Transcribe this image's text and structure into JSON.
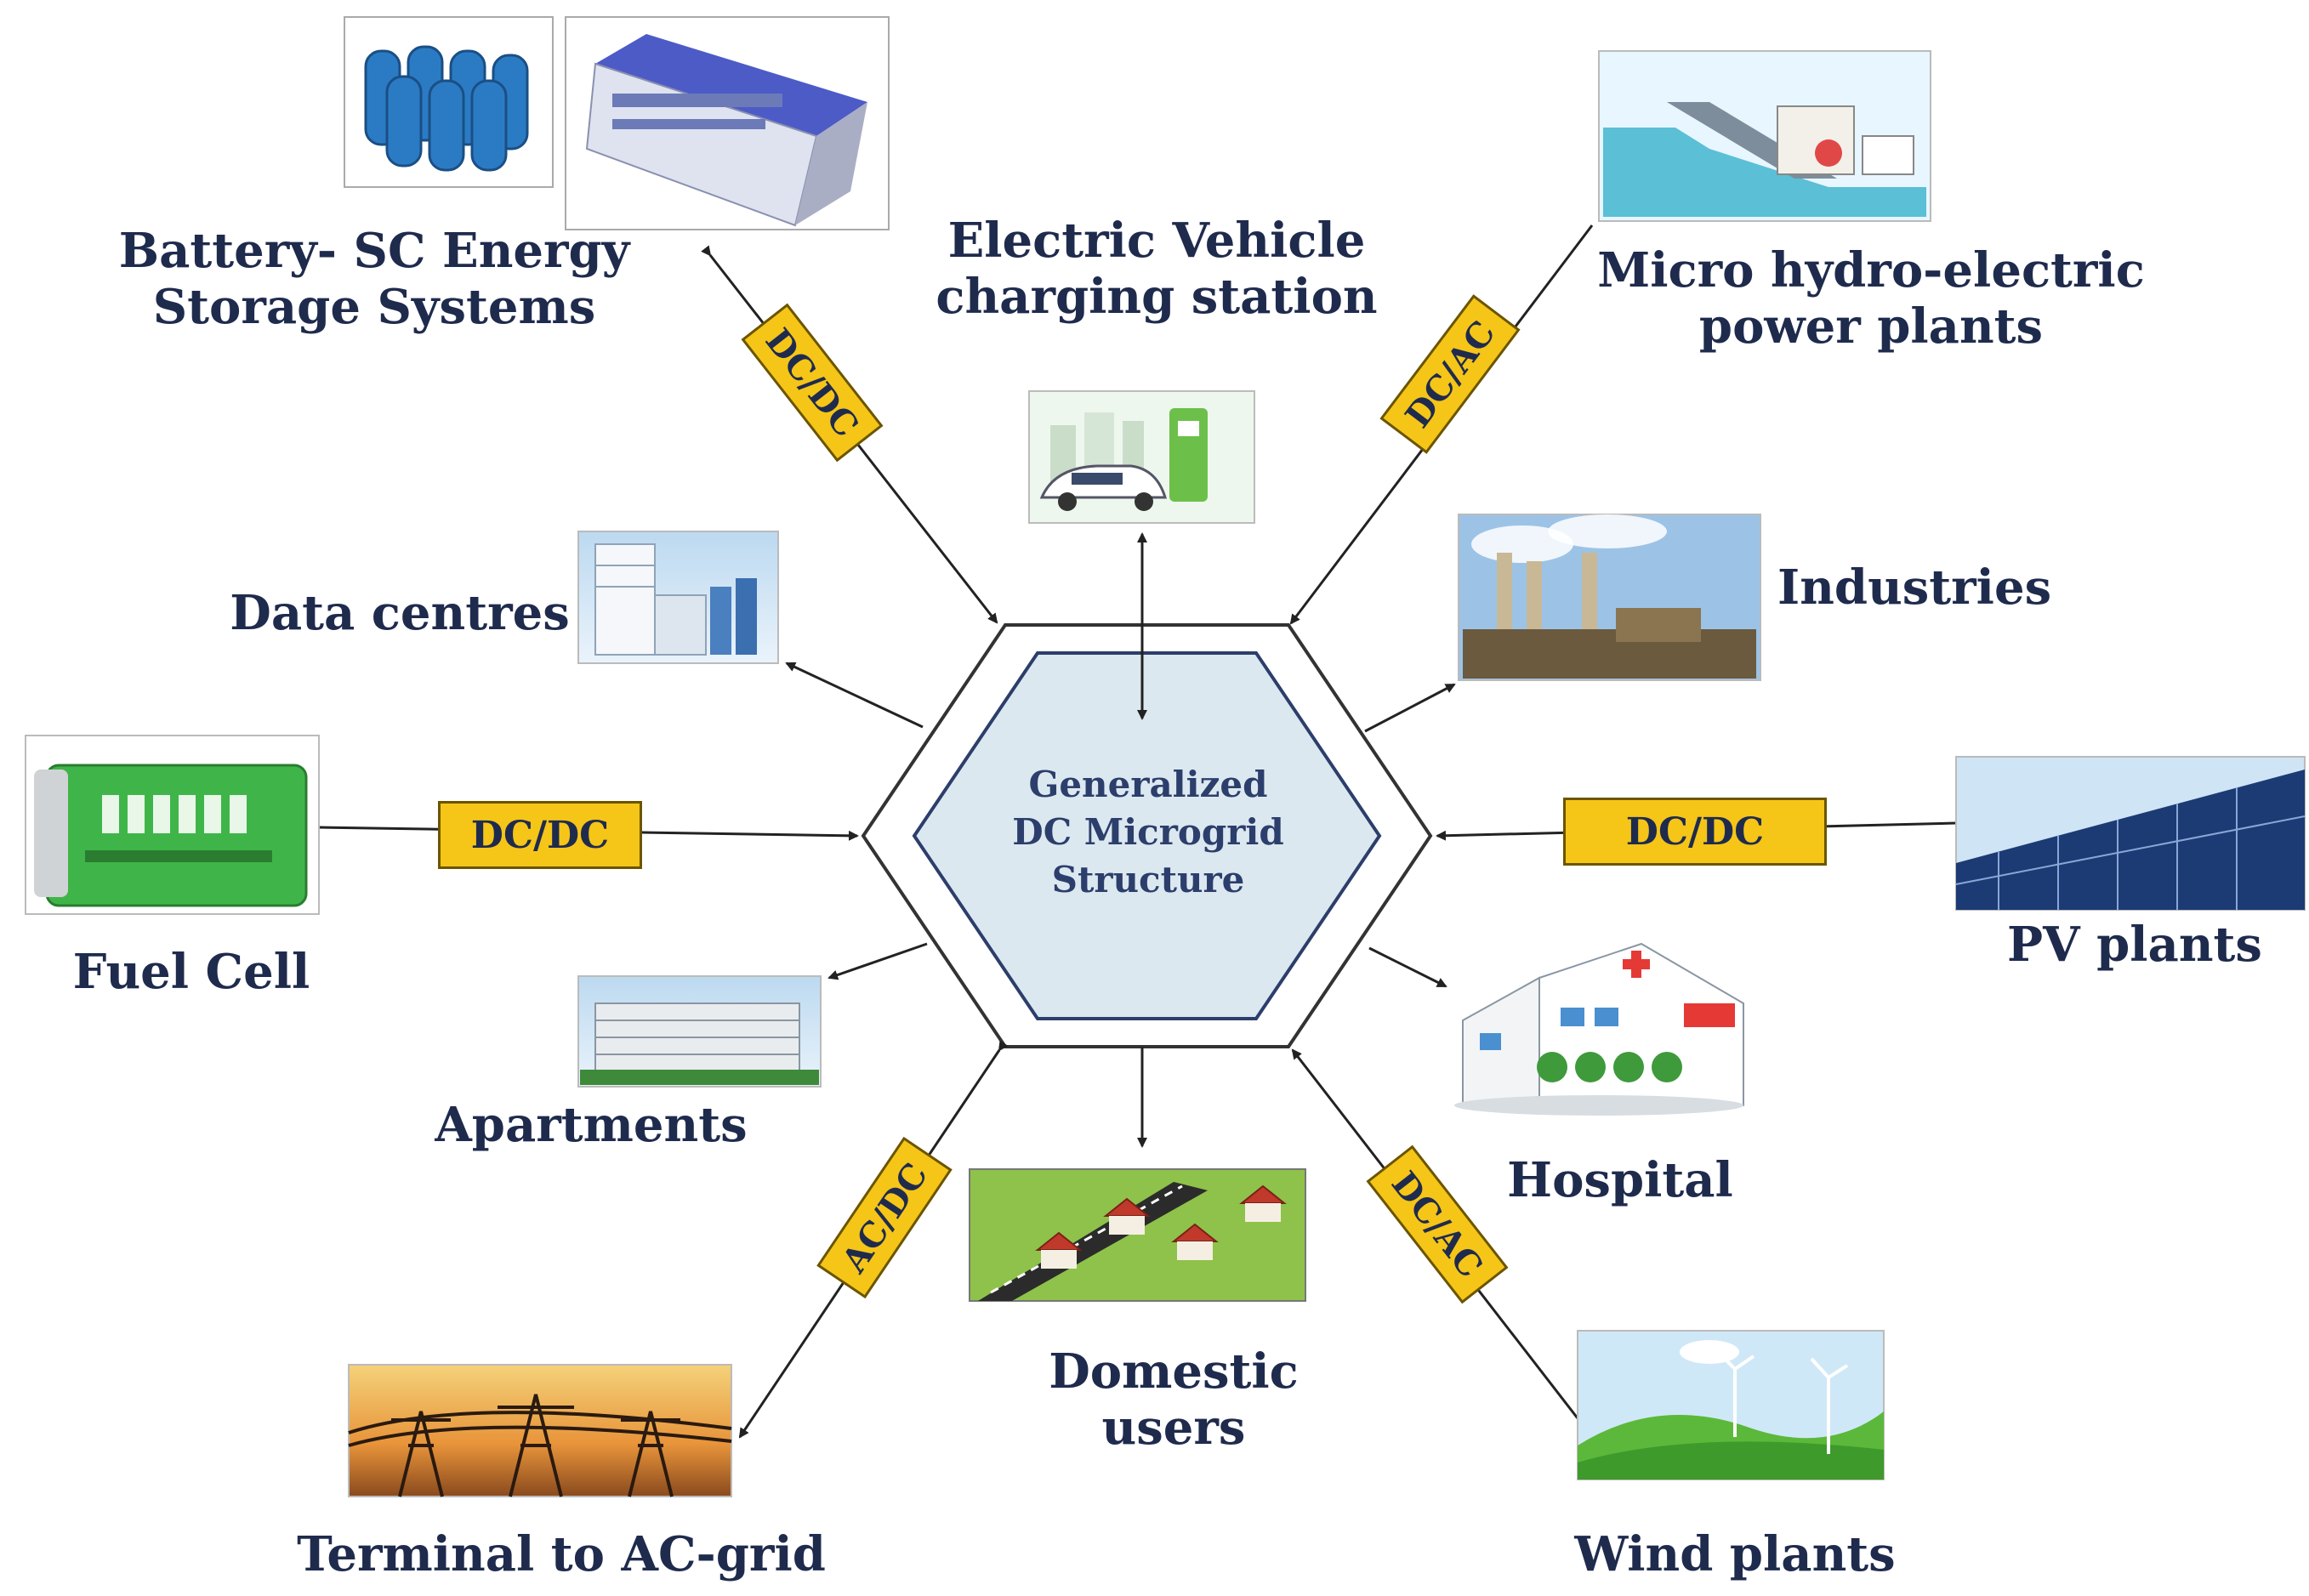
{
  "center": {
    "title": "Generalized\nDC Microgrid\nStructure"
  },
  "nodes": {
    "battery": "Battery- SC Energy\nStorage Systems",
    "ev": "Electric Vehicle\ncharging station",
    "hydro": "Micro hydro-electric\npower plants",
    "industries": "Industries",
    "data_centres": "Data centres",
    "fuel_cell": "Fuel Cell",
    "pv": "PV plants",
    "apartments": "Apartments",
    "hospital": "Hospital",
    "domestic": "Domestic\nusers",
    "ac_grid": "Terminal to AC-grid",
    "wind": "Wind plants"
  },
  "converters": {
    "battery": "DC/DC",
    "hydro": "DC/AC",
    "fuel_cell": "DC/DC",
    "pv": "DC/DC",
    "ac_grid": "AC/DC",
    "wind": "DC/AC"
  },
  "colors": {
    "converter_fill": "#f5c518",
    "hexagon_inner": "#dce8f0",
    "text": "#1f2b4d"
  }
}
